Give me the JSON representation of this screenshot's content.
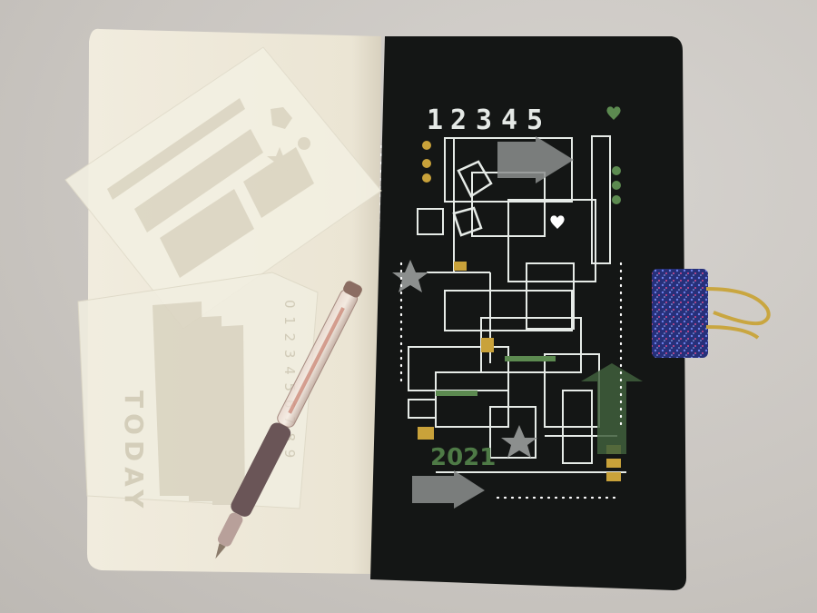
{
  "scene": {
    "description_label": "",
    "colors": {
      "table": "#cbc7c2",
      "page_left": "#efeadb",
      "page_right": "#111312",
      "ink_white": "#e8ece8",
      "ink_gold": "#c9a23a",
      "ink_green": "#5c8a50",
      "ink_silver": "#8c8f8e",
      "clip_blue": "#2b3a8f",
      "clip_wire": "#c9a640",
      "pen_barrel": "#c7a79a",
      "pen_grip": "#6a5454"
    }
  },
  "stencil_top": {
    "text": ""
  },
  "stencil_bottom": {
    "text": "TODAY",
    "numbers": "0 1 2 3 4 5 6 7 8 9"
  },
  "notebook": {
    "header_numbers": [
      "1",
      "2",
      "3",
      "4",
      "5"
    ],
    "year": "2021"
  }
}
